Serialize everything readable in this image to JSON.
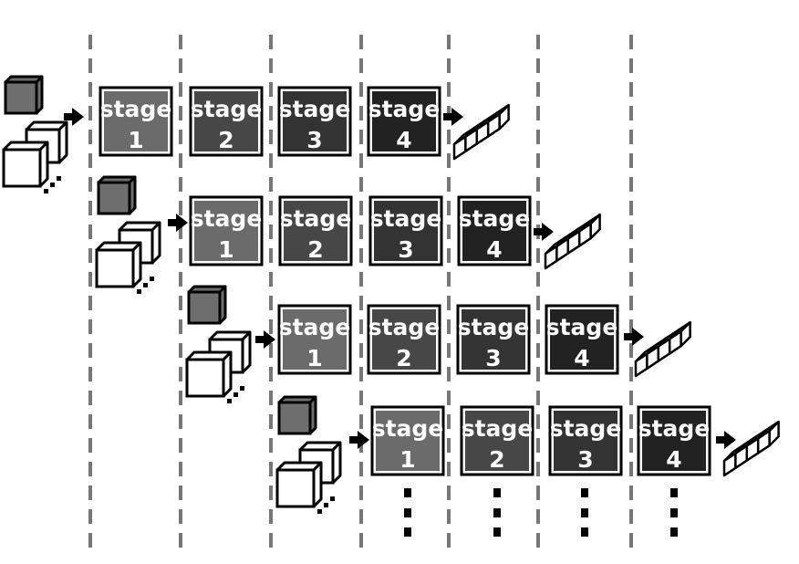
{
  "stage_word": "stage",
  "rows": [
    {
      "stages": [
        "1",
        "2",
        "3",
        "4"
      ]
    },
    {
      "stages": [
        "1",
        "2",
        "3",
        "4"
      ]
    },
    {
      "stages": [
        "1",
        "2",
        "3",
        "4"
      ]
    },
    {
      "stages": [
        "1",
        "2",
        "3",
        "4"
      ]
    }
  ],
  "colors": {
    "stage_fills": [
      "#6b6b6b",
      "#474747",
      "#333333",
      "#222222"
    ],
    "stage_border": "#000000",
    "divider": "#777777",
    "input_cube_dark": "#6e6e6e",
    "input_cube_light": "#ffffff"
  },
  "icons": [
    "input-cube-stack-icon",
    "arrow-right-icon",
    "output-bar-icon",
    "vertical-ellipsis-icon"
  ]
}
